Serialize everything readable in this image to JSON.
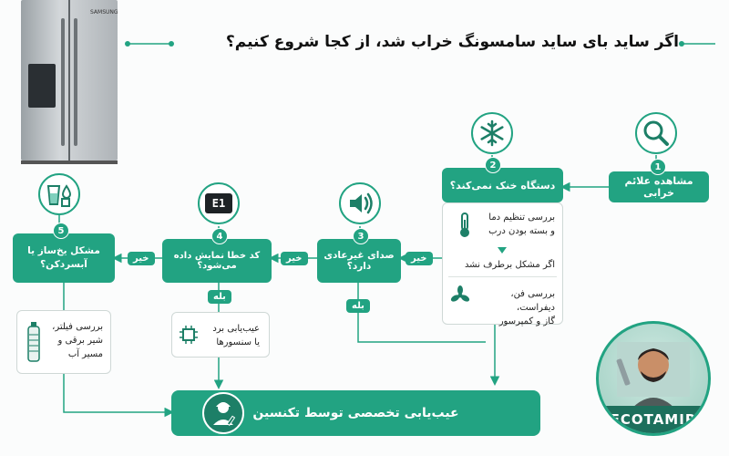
{
  "title": "اگر ساید بای ساید سامسونگ خراب شد، از کجا شروع کنیم؟",
  "fridge_brand": "SAMSUNG",
  "steps": [
    {
      "num": "1",
      "label": "مشاهده علائم خرابی"
    },
    {
      "num": "2",
      "label": "دستگاه خنک نمی‌کند؟"
    },
    {
      "num": "3",
      "label": "صدای غیرعادی دارد؟"
    },
    {
      "num": "4",
      "label": "کد خطا نمایش داده می‌شود؟"
    },
    {
      "num": "5",
      "label": "مشکل یخ‌ساز یا آبسردکن؟"
    }
  ],
  "step2_checks": {
    "check1": [
      "بررسی تنظیم دما",
      "و بسته بودن درب"
    ],
    "check2": "اگر مشکل برطرف نشد",
    "check3": [
      "بررسی فن، دیفراست،",
      "گاز و کمپرسور"
    ]
  },
  "step4_check": [
    "عیب‌یابی برد",
    "یا سنسورها"
  ],
  "step5_check": [
    "بررسی فیلتر،",
    "شیر برقی و",
    "مسیر آب"
  ],
  "error_code": "E1",
  "labels": {
    "no": "خیر",
    "yes": "بله"
  },
  "final": "عیب‌یابی تخصصی توسط تکنسین",
  "brand": "ECOTAMIR",
  "colors": {
    "accent": "#22a382",
    "dark": "#1d7f67"
  }
}
